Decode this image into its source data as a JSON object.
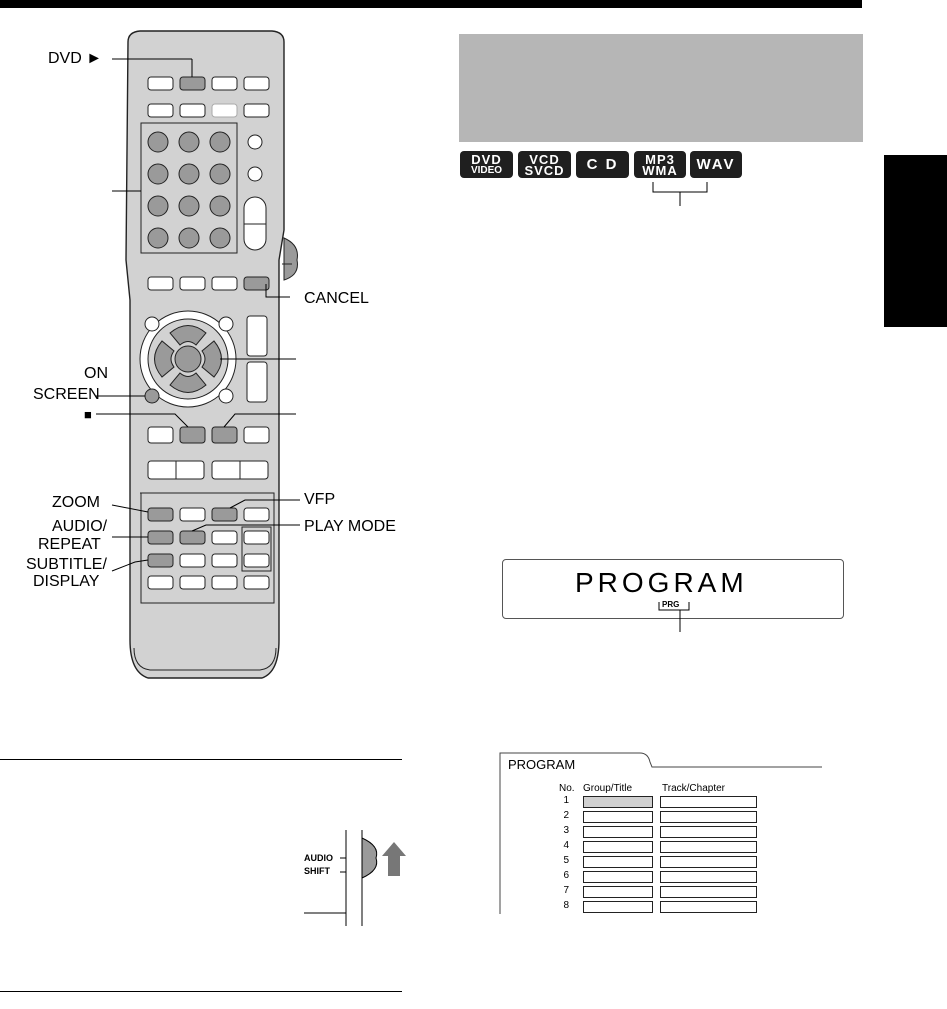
{
  "remote_labels": {
    "dvd_play": "DVD ►",
    "cancel": "CANCEL",
    "on": "ON",
    "screen": "SCREEN",
    "stop": "■",
    "zoom": "ZOOM",
    "vfp": "VFP",
    "audio": "AUDIO/",
    "repeat": "REPEAT",
    "play_mode": "PLAY MODE",
    "subtitle": "SUBTITLE/",
    "display": "DISPLAY"
  },
  "disc_badges": [
    {
      "top": "DVD",
      "bottom": "VIDEO"
    },
    {
      "top": "VCD",
      "bottom": "SVCD"
    },
    {
      "top": "C D",
      "bottom": ""
    },
    {
      "top": "MP3",
      "bottom": "WMA"
    },
    {
      "top": "WAV",
      "bottom": ""
    }
  ],
  "display_panel": {
    "text": "PROGRAM",
    "indicator": "PRG"
  },
  "shift_switch": {
    "audio": "AUDIO",
    "shift": "SHIFT"
  },
  "program_screen": {
    "title": "PROGRAM",
    "col_no": "No.",
    "col_group": "Group/Title",
    "col_track": "Track/Chapter",
    "rows": [
      "1",
      "2",
      "3",
      "4",
      "5",
      "6",
      "7",
      "8"
    ]
  },
  "colors": {
    "remote_body": "#cfcfcf",
    "button_gray": "#9a9a9a",
    "header_gray": "#b6b6b6",
    "badge_dark": "#1f1f1f"
  }
}
